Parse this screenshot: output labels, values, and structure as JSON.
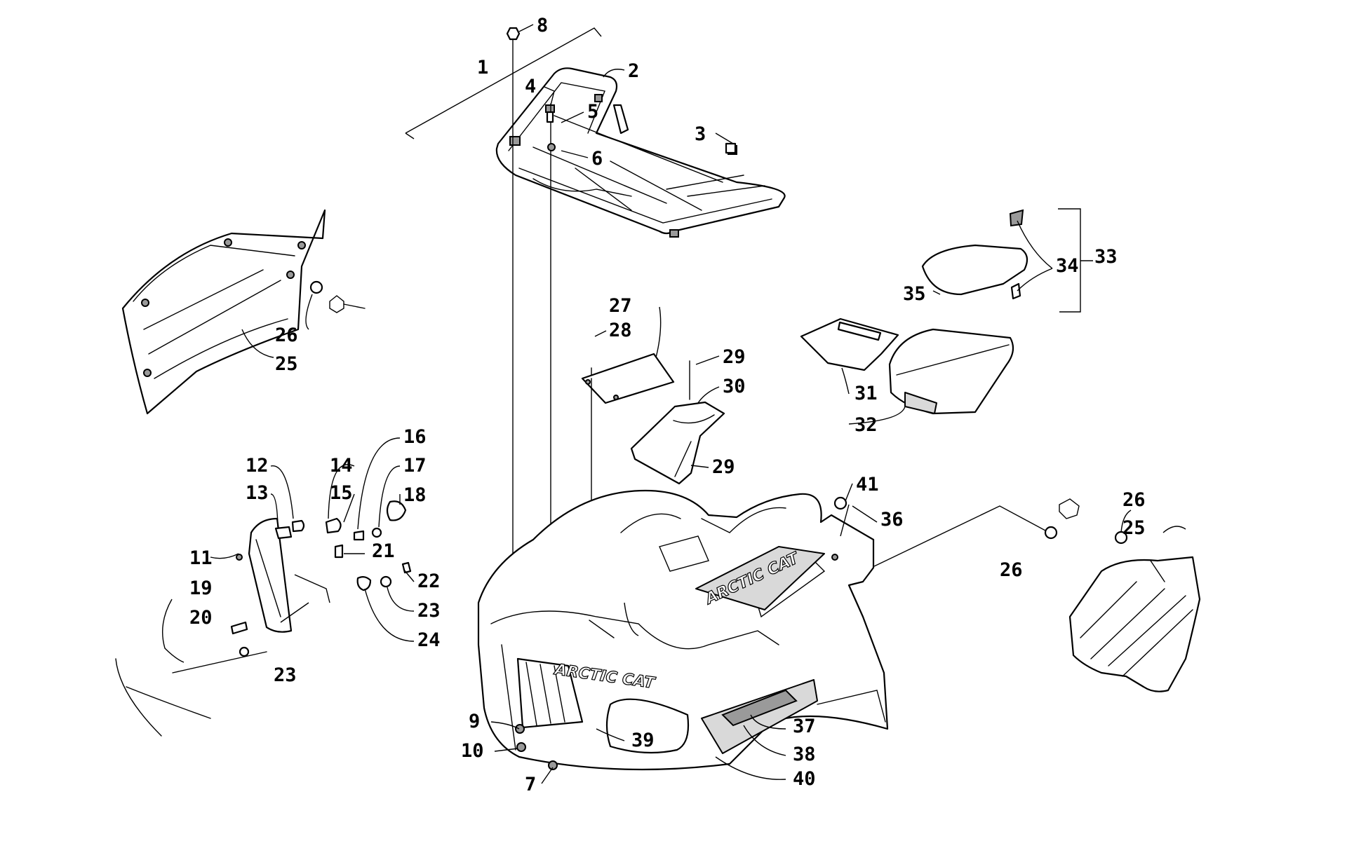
{
  "diagram": {
    "callouts": [
      {
        "id": "c1",
        "text": "1"
      },
      {
        "id": "c2",
        "text": "2"
      },
      {
        "id": "c3",
        "text": "3"
      },
      {
        "id": "c4",
        "text": "4"
      },
      {
        "id": "c5",
        "text": "5"
      },
      {
        "id": "c6",
        "text": "6"
      },
      {
        "id": "c7",
        "text": "7"
      },
      {
        "id": "c8",
        "text": "8"
      },
      {
        "id": "c9",
        "text": "9"
      },
      {
        "id": "c10",
        "text": "10"
      },
      {
        "id": "c11",
        "text": "11"
      },
      {
        "id": "c12",
        "text": "12"
      },
      {
        "id": "c13",
        "text": "13"
      },
      {
        "id": "c14",
        "text": "14"
      },
      {
        "id": "c15",
        "text": "15"
      },
      {
        "id": "c16",
        "text": "16"
      },
      {
        "id": "c17",
        "text": "17"
      },
      {
        "id": "c18",
        "text": "18"
      },
      {
        "id": "c19",
        "text": "19"
      },
      {
        "id": "c20",
        "text": "20"
      },
      {
        "id": "c21",
        "text": "21"
      },
      {
        "id": "c22",
        "text": "22"
      },
      {
        "id": "c23a",
        "text": "23"
      },
      {
        "id": "c23b",
        "text": "23"
      },
      {
        "id": "c24",
        "text": "24"
      },
      {
        "id": "c25a",
        "text": "25"
      },
      {
        "id": "c25b",
        "text": "25"
      },
      {
        "id": "c26a",
        "text": "26"
      },
      {
        "id": "c26b",
        "text": "26"
      },
      {
        "id": "c26c",
        "text": "26"
      },
      {
        "id": "c27",
        "text": "27"
      },
      {
        "id": "c28",
        "text": "28"
      },
      {
        "id": "c29a",
        "text": "29"
      },
      {
        "id": "c29b",
        "text": "29"
      },
      {
        "id": "c30",
        "text": "30"
      },
      {
        "id": "c31",
        "text": "31"
      },
      {
        "id": "c32",
        "text": "32"
      },
      {
        "id": "c33",
        "text": "33"
      },
      {
        "id": "c34",
        "text": "34"
      },
      {
        "id": "c35",
        "text": "35"
      },
      {
        "id": "c36",
        "text": "36"
      },
      {
        "id": "c37",
        "text": "37"
      },
      {
        "id": "c38",
        "text": "38"
      },
      {
        "id": "c39",
        "text": "39"
      },
      {
        "id": "c40",
        "text": "40"
      },
      {
        "id": "c41",
        "text": "41"
      }
    ],
    "decals": {
      "side_logo": "ARCTIC CAT",
      "front_logo": "ARCTIC CAT"
    }
  }
}
